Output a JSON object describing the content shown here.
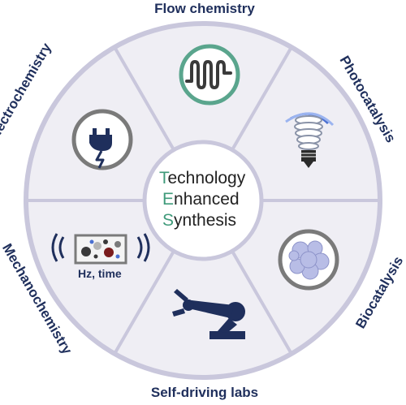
{
  "segments": {
    "flow": "Flow chemistry",
    "photo": "Photocatalysis",
    "bio": "Biocatalysis",
    "selfdriving": "Self-driving labs",
    "mechano": "Mechanochemistry",
    "electro": "Electrochemistry"
  },
  "center": {
    "line1_initial": "T",
    "line1_rest": "echnology",
    "line2_initial": "E",
    "line2_rest": "nhanced",
    "line3_initial": "S",
    "line3_rest": "ynthesis"
  },
  "mechano_label": "Hz, time",
  "colors": {
    "wheel_fill": "#efeef4",
    "wheel_border": "#c9c7dc",
    "divider": "#c9c7dc",
    "label_navy": "#1f2f5c",
    "center_letter_green": "#3f9a7a",
    "icon_green": "#5aa58d",
    "icon_gray": "#7a7a7a",
    "robot_navy": "#1f2f5c"
  },
  "icons": [
    "wave-coil-icon",
    "light-bulb-icon",
    "enzyme-icon",
    "robot-arm-icon",
    "ball-mill-icon",
    "power-plug-icon"
  ]
}
